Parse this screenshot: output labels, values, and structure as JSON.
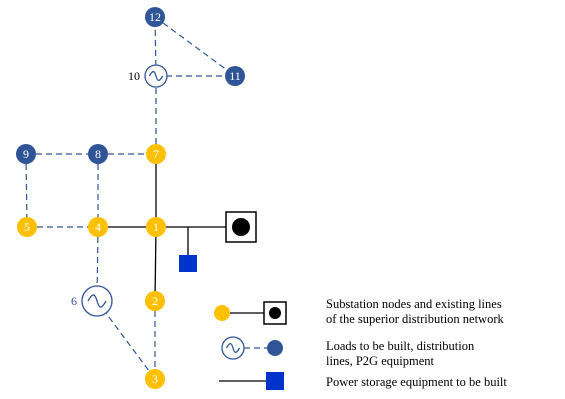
{
  "nodes": [
    {
      "id": "1",
      "label": "1",
      "kind": "substation"
    },
    {
      "id": "2",
      "label": "2",
      "kind": "substation"
    },
    {
      "id": "3",
      "label": "3",
      "kind": "substation"
    },
    {
      "id": "4",
      "label": "4",
      "kind": "substation"
    },
    {
      "id": "5",
      "label": "5",
      "kind": "substation"
    },
    {
      "id": "6",
      "label": "6",
      "kind": "p2g"
    },
    {
      "id": "7",
      "label": "7",
      "kind": "substation"
    },
    {
      "id": "8",
      "label": "8",
      "kind": "load"
    },
    {
      "id": "9",
      "label": "9",
      "kind": "load"
    },
    {
      "id": "10",
      "label": "10",
      "kind": "p2g"
    },
    {
      "id": "11",
      "label": "11",
      "kind": "load"
    },
    {
      "id": "12",
      "label": "12",
      "kind": "load"
    }
  ],
  "existing_lines": [
    [
      "7",
      "1"
    ],
    [
      "4",
      "1"
    ],
    [
      "1",
      "2"
    ],
    [
      "1",
      "source"
    ],
    [
      "1",
      "storage"
    ]
  ],
  "planned_lines": [
    [
      "9",
      "8"
    ],
    [
      "8",
      "7"
    ],
    [
      "9",
      "5"
    ],
    [
      "5",
      "4"
    ],
    [
      "8",
      "4"
    ],
    [
      "7",
      "10"
    ],
    [
      "10",
      "11"
    ],
    [
      "10",
      "12"
    ],
    [
      "12",
      "11"
    ],
    [
      "4",
      "6"
    ],
    [
      "6",
      "3"
    ],
    [
      "2",
      "3"
    ]
  ],
  "legend": {
    "substation_line1": "Substation nodes and existing lines",
    "substation_line2": "of the superior distribution network",
    "load_line1": "Loads to be built, distribution",
    "load_line2": "lines, P2G equipment",
    "storage": "Power storage equipment to be built"
  },
  "colors": {
    "substation_node": "#FFC000",
    "load_node": "#2F5597",
    "storage_box": "#0033CC",
    "line": "#000000",
    "planned_line": "#2F5597"
  }
}
